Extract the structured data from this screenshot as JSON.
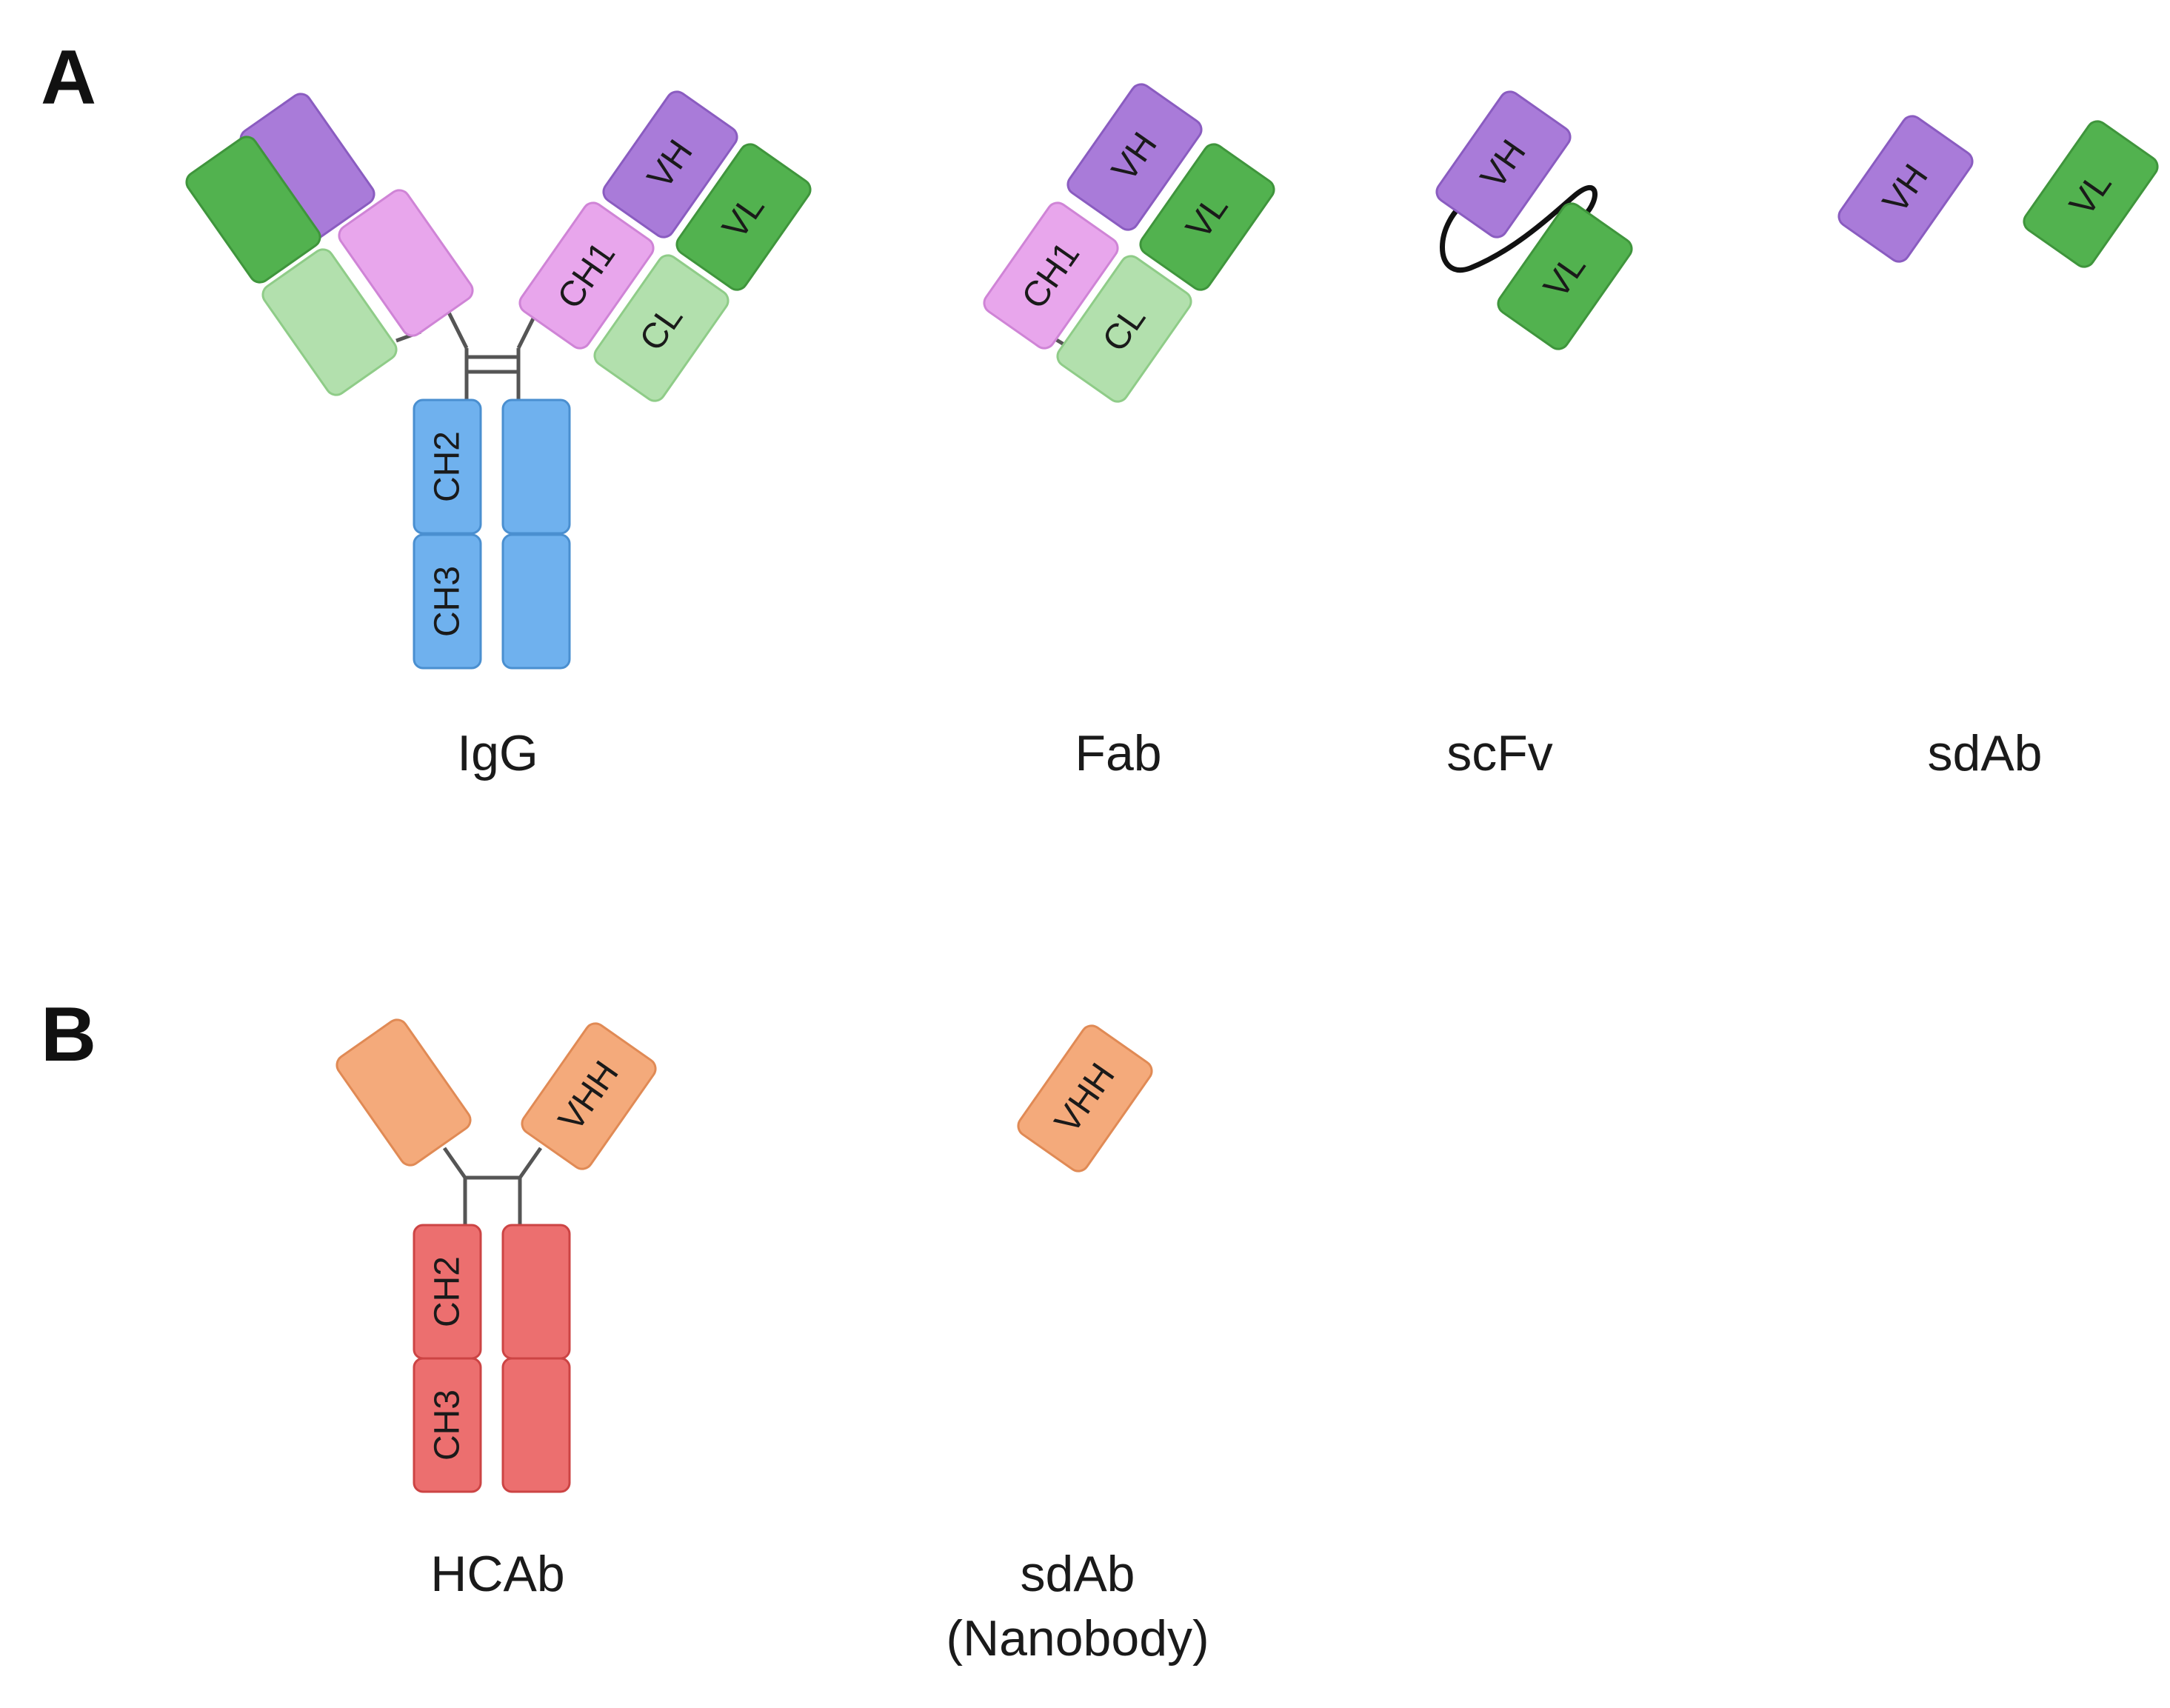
{
  "panels": {
    "a": {
      "label": "A"
    },
    "b": {
      "label": "B"
    }
  },
  "captions": {
    "igg": "IgG",
    "fab": "Fab",
    "scfv": "scFv",
    "sdab_a": "sdAb",
    "hcab": "HCAb",
    "sdab_b_line1": "sdAb",
    "sdab_b_line2": "(Nanobody)"
  },
  "domain_labels": {
    "vh": "VH",
    "vl": "VL",
    "ch1": "CH1",
    "cl": "CL",
    "ch2": "CH2",
    "ch3": "CH3",
    "vhh": "VHH"
  },
  "colors": {
    "vh": "#a97bd9",
    "vl": "#52b24f",
    "ch1": "#e8a6ec",
    "cl": "#b2e0ad",
    "fc_igg": "#6fb1ee",
    "fc_hcab": "#ec6f6f",
    "vhh": "#f4aa7b",
    "linker": "#111111"
  }
}
